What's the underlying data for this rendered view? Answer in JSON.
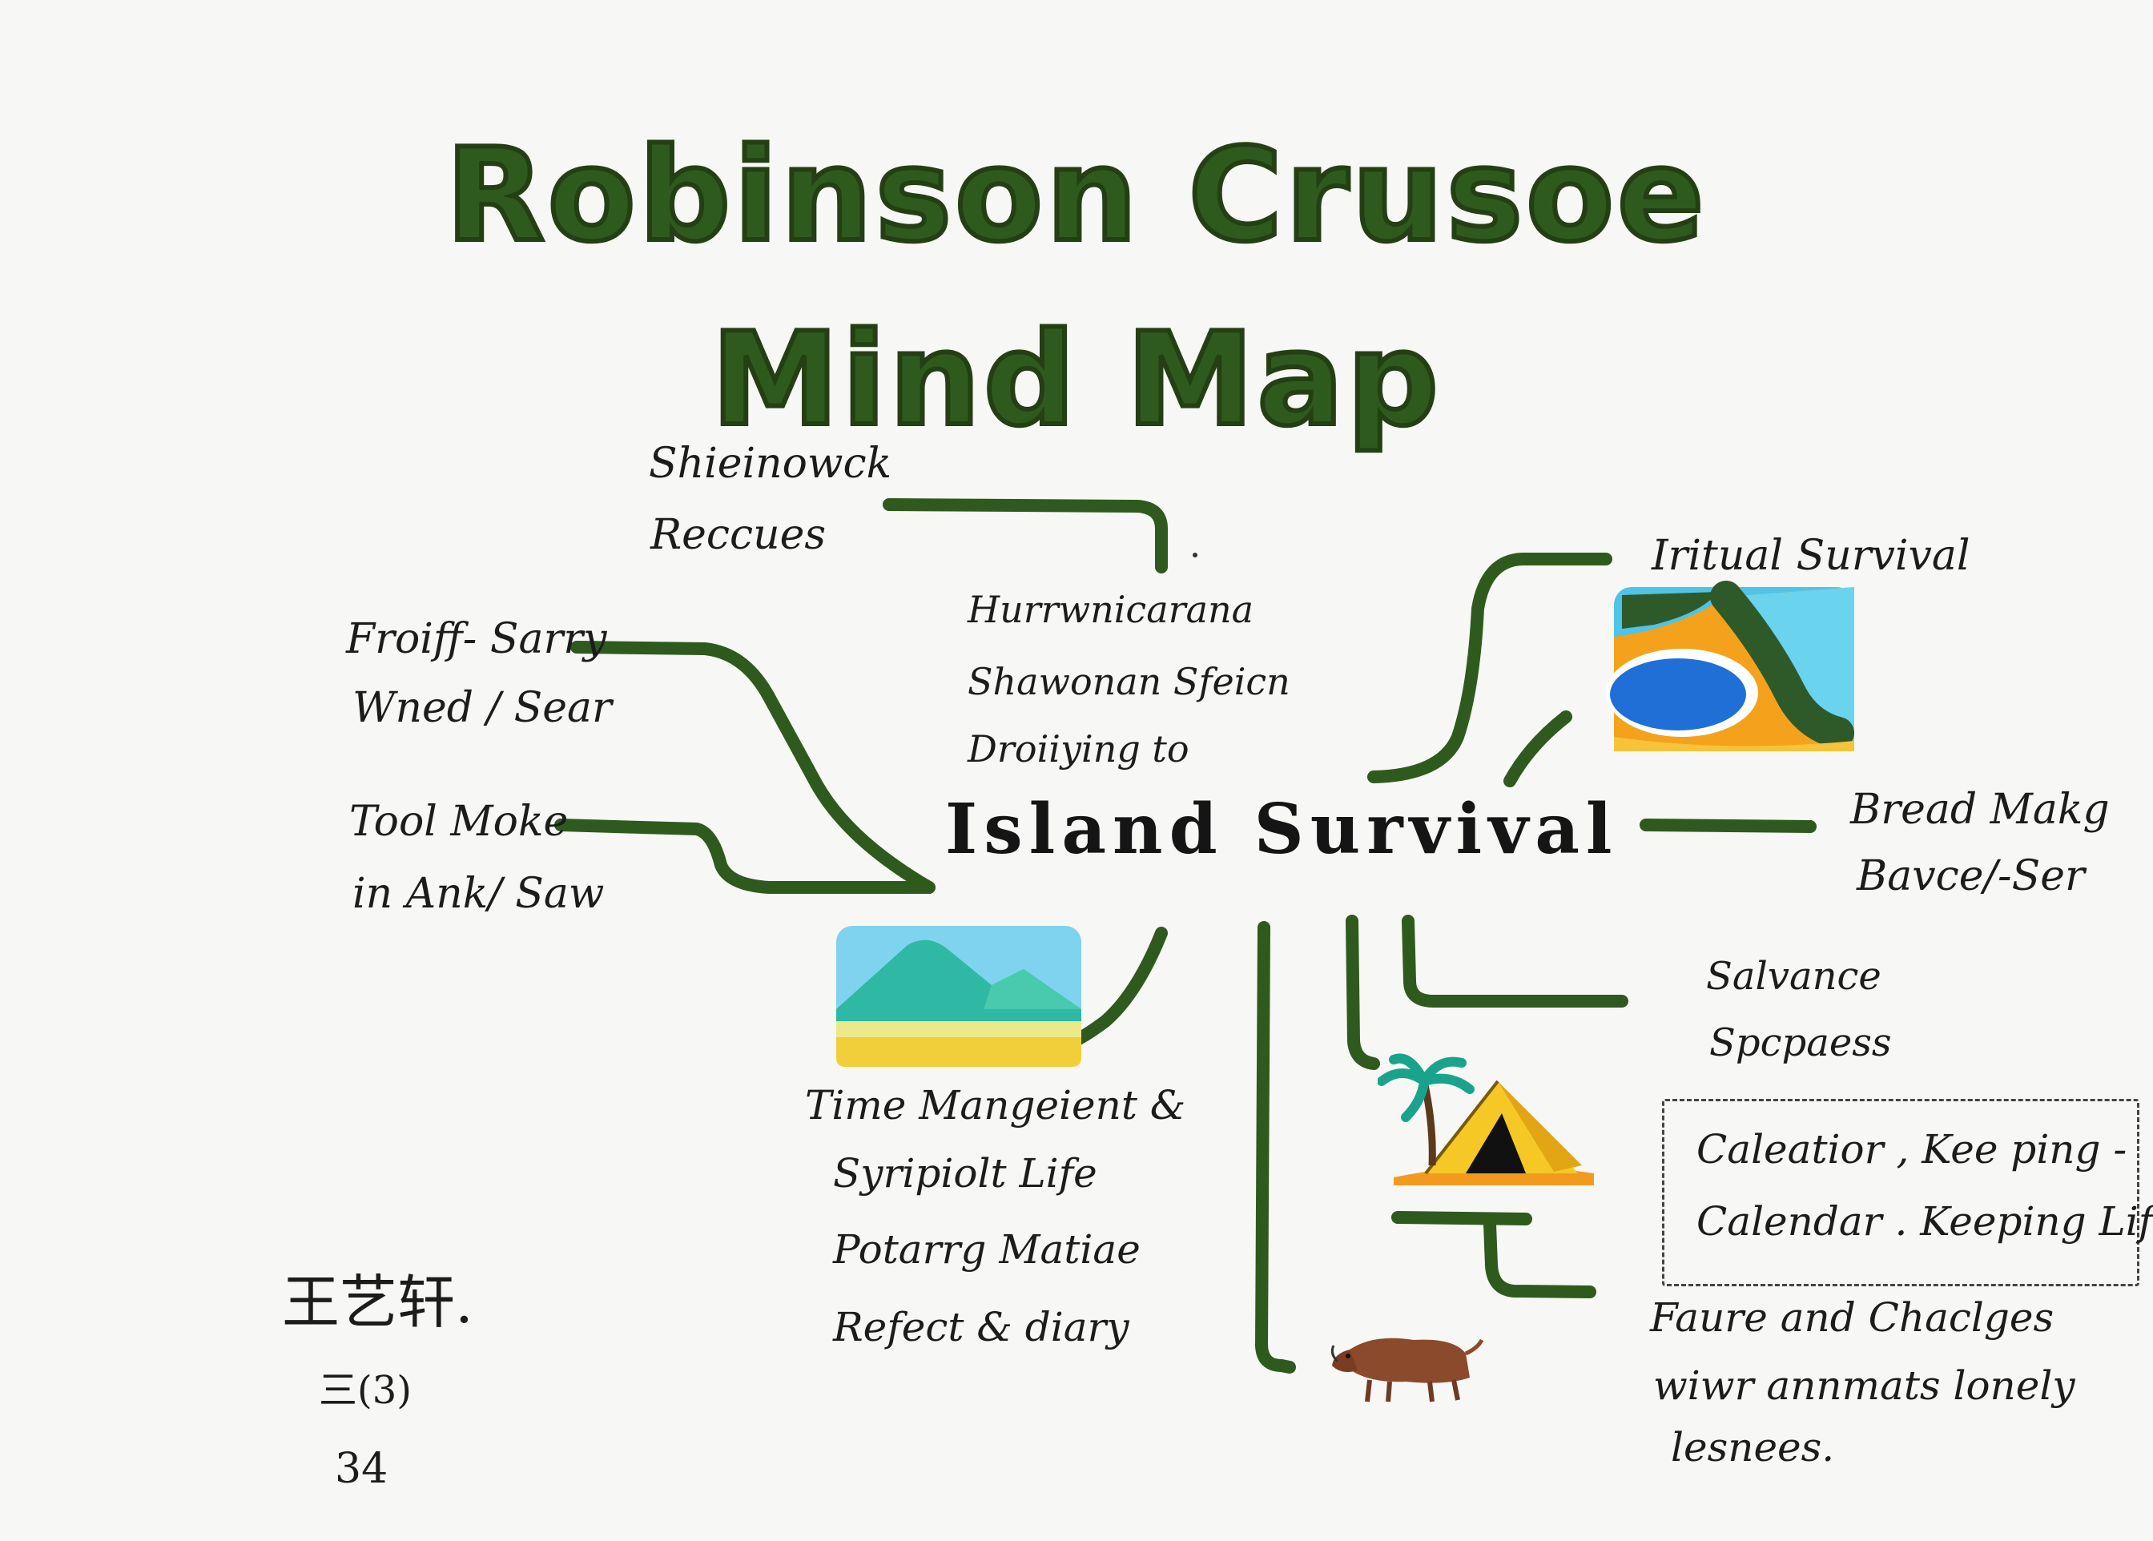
{
  "title": {
    "line1": "Robinson Crusoe",
    "line2": "Mind Map"
  },
  "center": "Island Survival",
  "branches": {
    "shipwreck": {
      "line1": "Shieinowck",
      "line2": "Reccues"
    },
    "hurricane": {
      "line1": "Hurrwnicarana",
      "line2": "Shawonan Sfeicn",
      "line3": "Droiiying to"
    },
    "froiff": {
      "line1": "Froiff- Sarry",
      "line2": "Wned / Sear"
    },
    "tool": {
      "line1": "Tool Moke",
      "line2": "in Ank/ Saw"
    },
    "initial": {
      "line1": "Iritual Survival"
    },
    "bread": {
      "line1": "Bread Makg",
      "line2": "Bavce/-Ser"
    },
    "salvance": {
      "line1": "Salvance",
      "line2": "Spcpaess"
    },
    "calendar": {
      "line1": "Caleatior , Kee ping -",
      "line2": "Calendar . Keeping Life"
    },
    "time": {
      "line1": "Time Mangeient &",
      "line2": "Syripiolt Life",
      "line3": "Potarrg Matiae",
      "line4": "Refect & diary"
    },
    "faure": {
      "line1": "Faure and Chaclges",
      "line2": "wiwr annmats lonely",
      "line3": "lesnees."
    }
  },
  "signature": {
    "name": "王艺轩.",
    "class": "三(3)",
    "number": "34"
  },
  "colors": {
    "title": "#2f5a1e",
    "branch": "#2f5a1e",
    "ink": "#1c1c1c",
    "paper": "#f7f7f5"
  },
  "icons": [
    "beach-island-drawing",
    "mountain-beach-drawing",
    "tent-palm-drawing",
    "boar-drawing"
  ]
}
